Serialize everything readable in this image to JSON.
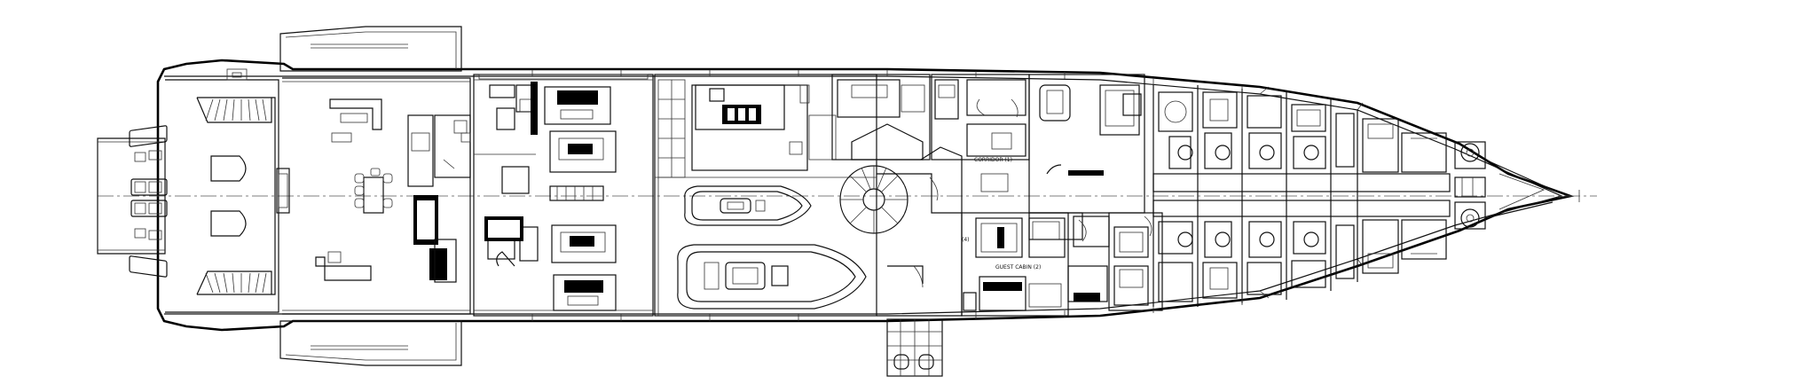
{
  "labels": {
    "guest_cabin": "GUEST CABIN (2)",
    "corridor": "CORRIDOR (1)",
    "tender_num": "(4)"
  }
}
